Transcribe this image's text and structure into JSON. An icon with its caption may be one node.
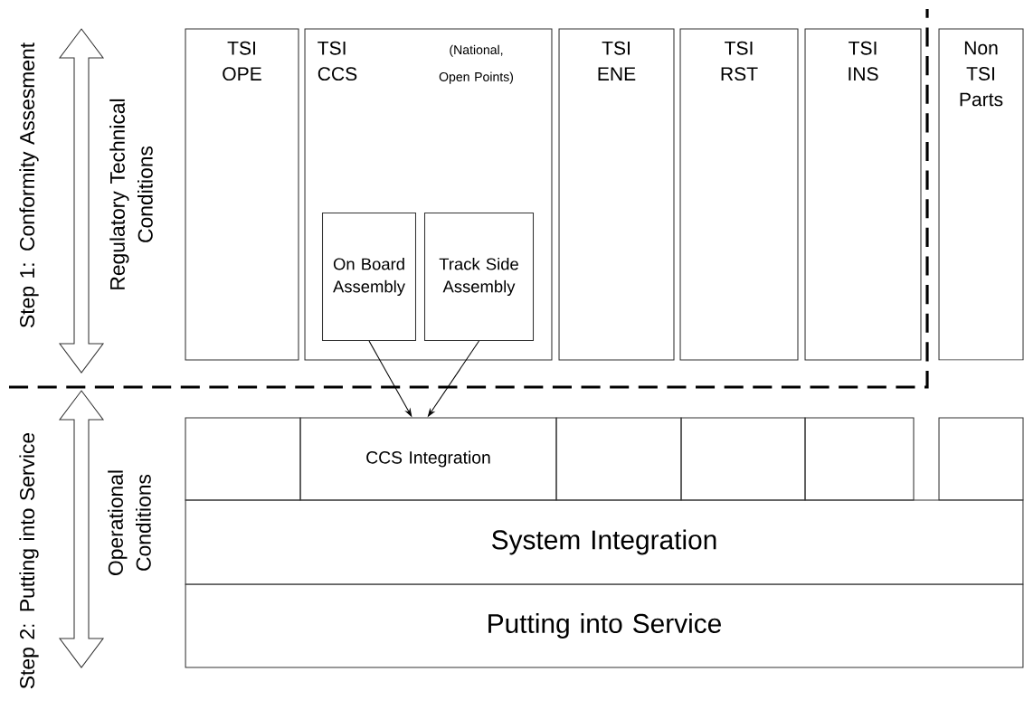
{
  "diagram": {
    "nodes": [
      {
        "text": [
          "TSI OPE"
        ]
      },
      {
        "text": [
          "TSI CCS",
          "(National, Open Points)"
        ]
      },
      {
        "text": [
          "On Board Assembly"
        ],
        "in": 1
      },
      {
        "text": [
          "Track Side Assembly"
        ],
        "in": 1
      },
      {
        "text": [
          "TSI ENE"
        ]
      },
      {
        "text": [
          "TSI RST"
        ]
      },
      {
        "text": [
          "TSI INS"
        ]
      },
      {
        "text": [
          "Non TSI Parts"
        ]
      },
      {
        "text": [],
        "shape": "box"
      },
      {
        "text": [
          "CCS Integration"
        ]
      },
      {
        "text": [],
        "shape": "box"
      },
      {
        "text": [],
        "shape": "box"
      },
      {
        "text": [],
        "shape": "box"
      },
      {
        "text": [],
        "shape": "box"
      },
      {
        "text": [
          "System Integration"
        ]
      },
      {
        "text": [
          "Putting into Service"
        ]
      }
    ],
    "edges": [
      {
        "from": 2,
        "to": 9,
        "arrow": "to"
      },
      {
        "from": 3,
        "to": 9,
        "arrow": "to"
      }
    ],
    "labels": [
      "Step 1: Conformity Assesment",
      "Regulatory Technical Conditions",
      "Step 2: Putting into Service",
      "Operational Conditions"
    ]
  }
}
